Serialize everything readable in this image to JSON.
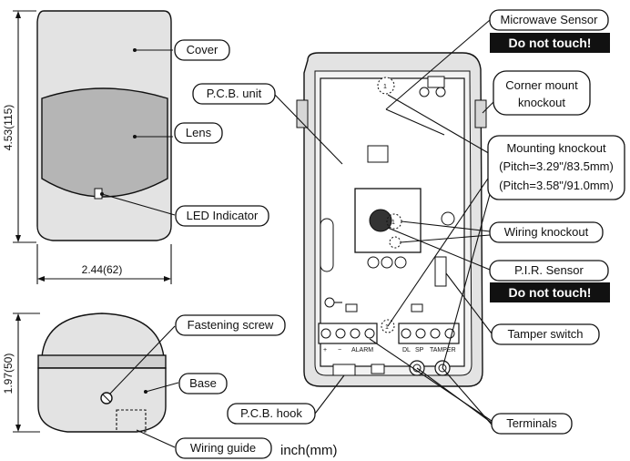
{
  "labels": {
    "cover": "Cover",
    "lens": "Lens",
    "led_indicator": "LED Indicator",
    "pcb_unit": "P.C.B. unit",
    "microwave_sensor": "Microwave Sensor",
    "microwave_warning": "Do not touch!",
    "corner_mount_line1": "Corner mount",
    "corner_mount_line2": "knockout",
    "mounting_knockout_title": "Mounting knockout",
    "mounting_pitch_1": "(Pitch=3.29\"/83.5mm)",
    "mounting_pitch_2": "(Pitch=3.58\"/91.0mm)",
    "wiring_knockout": "Wiring knockout",
    "pir_sensor": "P.I.R. Sensor",
    "pir_warning": "Do not touch!",
    "tamper_switch": "Tamper switch",
    "fastening_screw": "Fastening screw",
    "base": "Base",
    "pcb_hook": "P.C.B. hook",
    "terminals": "Terminals",
    "wiring_guide": "Wiring guide"
  },
  "dimensions": {
    "height": "4.53(115)",
    "width": "2.44(62)",
    "depth": "1.97(50)",
    "unit": "inch(mm)"
  },
  "terminal_marks": {
    "plus": "+",
    "minus": "−",
    "alarm": "ALARM",
    "dl": "DL",
    "sp": "SP",
    "tamper": "TAMPER"
  },
  "colors": {
    "body_fill": "#e3e3e3",
    "lens_fill": "#b5b5b5",
    "warning_fill": "#111111",
    "line": "#111111"
  }
}
